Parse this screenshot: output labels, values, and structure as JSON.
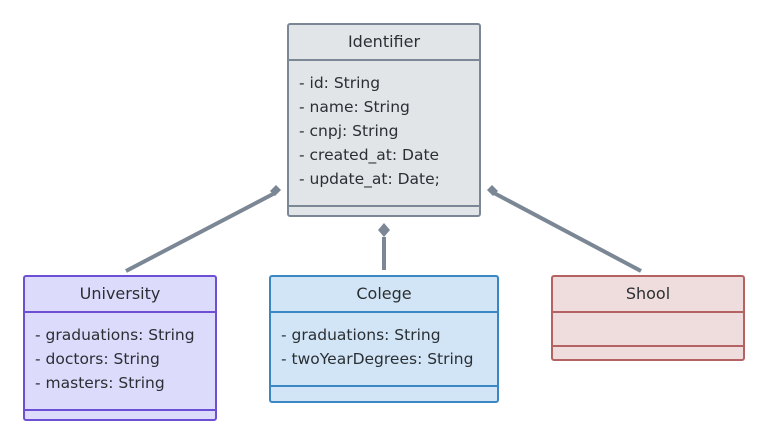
{
  "diagram": {
    "classes": {
      "identifier": {
        "name": "Identifier",
        "attributes": [
          "- id: String",
          "- name: String",
          "- cnpj: String",
          "- created_at: Date",
          "- update_at: Date;"
        ],
        "color": "#e2e5e8",
        "border": "#7b8794"
      },
      "university": {
        "name": "University",
        "attributes": [
          "- graduations: String",
          "- doctors: String",
          "- masters: String"
        ],
        "color": "#dddbfc",
        "border": "#6d4fd4"
      },
      "colege": {
        "name": "Colege",
        "attributes": [
          "- graduations: String",
          "- twoYearDegrees: String"
        ],
        "color": "#d1e5f6",
        "border": "#3a87c3"
      },
      "shool": {
        "name": "Shool",
        "attributes": [],
        "color": "#efdcdc",
        "border": "#b46262"
      }
    },
    "relationships": [
      {
        "from": "university",
        "to": "identifier",
        "type": "composition"
      },
      {
        "from": "colege",
        "to": "identifier",
        "type": "composition"
      },
      {
        "from": "shool",
        "to": "identifier",
        "type": "composition"
      }
    ],
    "connector_color": "#7b8794"
  }
}
